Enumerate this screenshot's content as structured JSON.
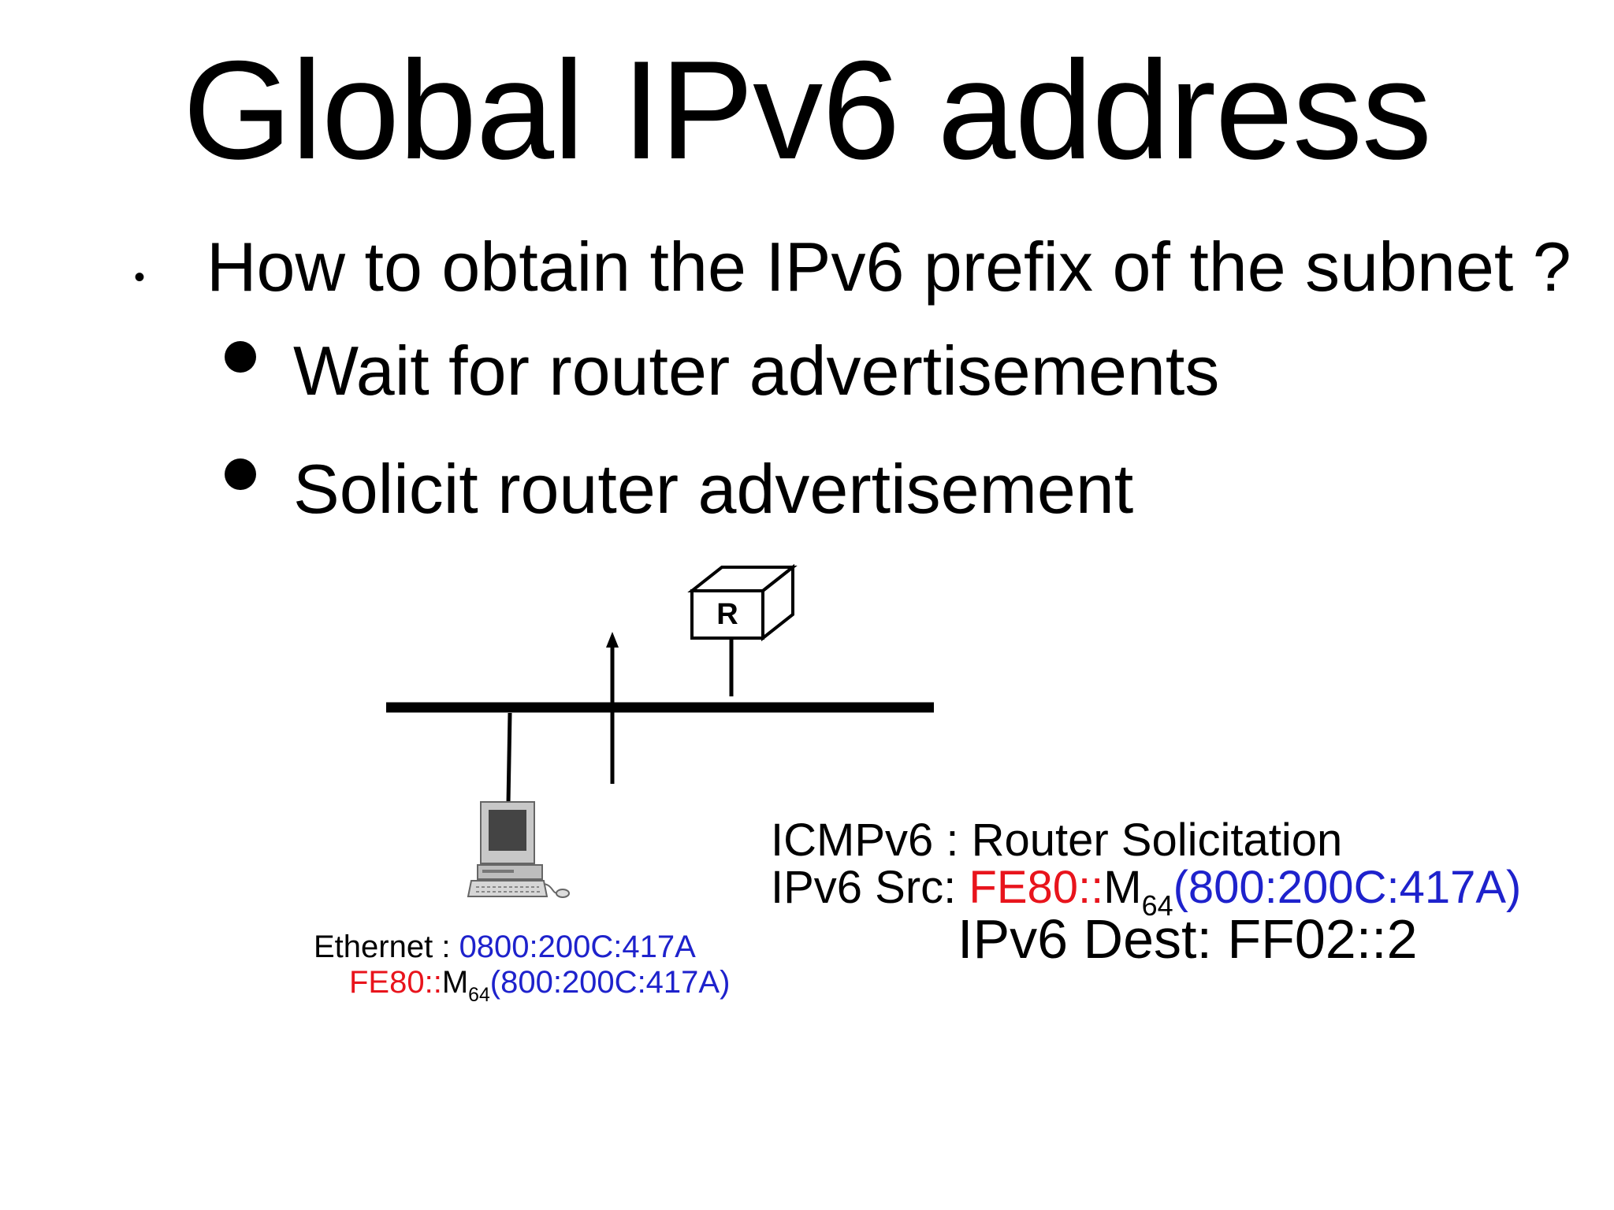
{
  "slide": {
    "title": "Global IPv6 address",
    "bullet_main": "How to obtain the IPv6 prefix of the subnet ?",
    "sub_bullets": [
      "Wait for router advertisements",
      "Solicit router advertisement"
    ]
  },
  "diagram": {
    "router_label": "R",
    "packet": {
      "line1": "ICMPv6 : Router Solicitation",
      "src_label": "IPv6 Src: ",
      "src_prefix": "FE80::",
      "src_m": "M",
      "src_sub": "64",
      "src_iid": "(800:200C:417A)",
      "dest": "IPv6 Dest: FF02::2"
    },
    "host": {
      "eth_label": "Ethernet : ",
      "eth_mac": "0800:200C:417A",
      "ll_prefix": "FE80::",
      "ll_m": "M",
      "ll_sub": "64",
      "ll_iid": "(800:200C:417A)"
    }
  },
  "colors": {
    "prefix_red": "#e8141c",
    "iid_blue": "#1e22cc"
  }
}
